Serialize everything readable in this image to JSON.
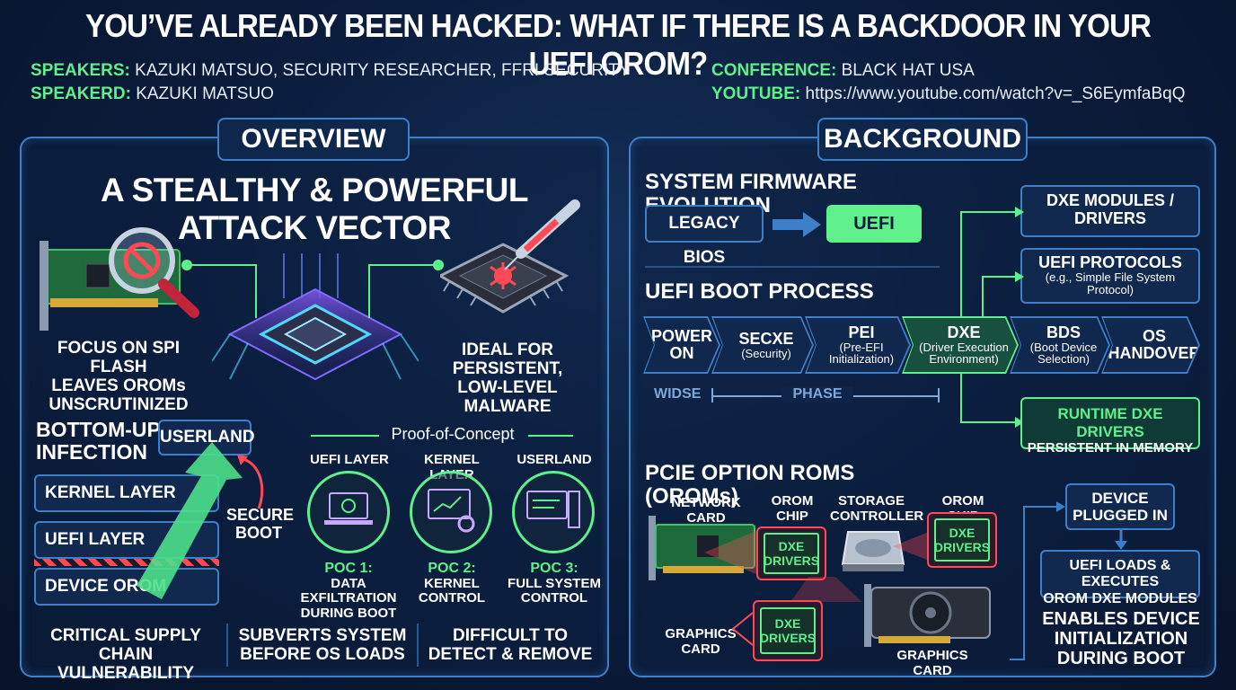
{
  "title": "YOU’VE ALREADY BEEN HACKED: WHAT IF THERE IS A BACKDOOR IN YOUR UEFI OROM?",
  "meta": {
    "speakers_label": "SPEAKERS:",
    "speakers_value": "KAZUKI MATSUO, SECURITY RESEARCHER, FFRI SECURITY",
    "speakerd_label": "SPEAKERD:",
    "speakerd_value": "KAZUKI MATSUO",
    "conference_label": "CONFERENCE:",
    "conference_value": "BLACK HAT USA",
    "youtube_label": "YOUTUBE:",
    "youtube_value": "https://www.youtube.com/watch?v=_S6EymfaBqQ"
  },
  "overview": {
    "tab": "OVERVIEW",
    "headline_1": "A STEALTHY & POWERFUL",
    "headline_2": "ATTACK VECTOR",
    "left_caption": [
      "FOCUS ON SPI FLASH",
      "LEAVES OROMs",
      "UNSCRUTINIZED"
    ],
    "right_caption": [
      "IDEAL FOR PERSISTENT,",
      "LOW-LEVEL MALWARE"
    ],
    "infection_title": [
      "BOTTOM-UP",
      "INFECTION"
    ],
    "userland": "USERLAND",
    "layers": [
      "KERNEL LAYER",
      "UEFI LAYER",
      "DEVICE OROM"
    ],
    "secure_boot": [
      "SECURE",
      "BOOT"
    ],
    "poc_title": "Proof-of-Concept",
    "pocs": [
      {
        "arc": "UEFI LAYER",
        "title": "POC 1:",
        "desc": [
          "DATA EXFILTRATION",
          "DURING BOOT"
        ]
      },
      {
        "arc": "KERNEL LAYER",
        "title": "POC 2:",
        "desc": [
          "KERNEL",
          "CONTROL"
        ]
      },
      {
        "arc": "USERLAND",
        "title": "POC 3:",
        "desc": [
          "FULL SYSTEM",
          "CONTROL"
        ]
      }
    ],
    "bottom": [
      [
        "CRITICAL SUPPLY",
        "CHAIN VULNERABILITY"
      ],
      [
        "SUBVERTS SYSTEM",
        "BEFORE OS LOADS"
      ],
      [
        "DIFFICULT TO",
        "DETECT & REMOVE"
      ]
    ]
  },
  "background": {
    "tab": "BACKGROUND",
    "evolution_title": "SYSTEM FIRMWARE EVOLUTION",
    "legacy_bios": "LEGACY BIOS",
    "uefi": "UEFI",
    "dxe_modules": [
      "DXE MODULES /",
      "DRIVERS"
    ],
    "uefi_protocols": "UEFI PROTOCOLS",
    "uefi_protocols_sub": [
      "(e.g., Simple File System",
      "Protocol)"
    ],
    "boot_title": "UEFI BOOT PROCESS",
    "phases": [
      {
        "main": [
          "POWER",
          "ON"
        ],
        "sub": []
      },
      {
        "main": [
          "SECXE"
        ],
        "sub": [
          "(Security)"
        ]
      },
      {
        "main": [
          "PEI"
        ],
        "sub": [
          "(Pre-EFI",
          "Initialization)"
        ]
      },
      {
        "main": [
          "DXE"
        ],
        "sub": [
          "(Driver Execution",
          "Environment)"
        ]
      },
      {
        "main": [
          "BDS"
        ],
        "sub": [
          "(Boot Device",
          "Selection)"
        ]
      },
      {
        "main": [
          "OS",
          "HANDOVER"
        ],
        "sub": []
      }
    ],
    "widse": "WIDSE",
    "phase": "PHASE",
    "runtime_1": "RUNTIME DXE DRIVERS",
    "runtime_2": "PERSISTENT IN MEMORY",
    "orom_title": "PCIE OPTION ROMS (OROMs)",
    "network_card": "NETWORK CARD",
    "orom_chip": [
      "OROM",
      "CHIP"
    ],
    "storage_controller": [
      "STORAGE",
      "CONTROLLER"
    ],
    "orom_chip_2": "OROM CHIP",
    "dxe_drivers": [
      "DXE",
      "DRIVERS"
    ],
    "graphics_card_left": [
      "GRAPHICS",
      "CARD"
    ],
    "graphics_card": "GRAPHICS CARD",
    "device_plugged": [
      "DEVICE",
      "PLUGGED IN"
    ],
    "uefi_loads": [
      "UEFI LOADS & EXECUTES",
      "OROM DXE MODULES"
    ],
    "enables": [
      "ENABLES DEVICE",
      "INITIALIZATION",
      "DURING BOOT"
    ]
  },
  "colors": {
    "accent_green": "#5ef08a",
    "accent_blue": "#3e7fc9",
    "accent_cyan": "#4fd8ff",
    "alert_red": "#ff4a55",
    "background": "#0b1d3d"
  }
}
